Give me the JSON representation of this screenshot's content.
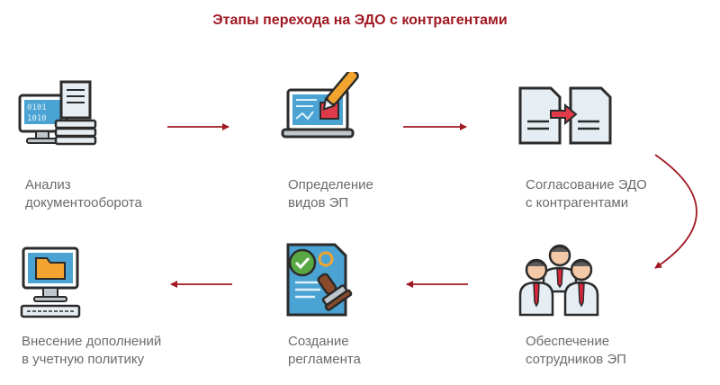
{
  "title": "Этапы перехода на ЭДО с контрагентами",
  "steps": [
    {
      "line1": "Анализ",
      "line2": "документооборота",
      "icon": "computer-documents-icon"
    },
    {
      "line1": "Определение",
      "line2": "видов ЭП",
      "icon": "laptop-pen-icon"
    },
    {
      "line1": "Согласование ЭДО",
      "line2": "с контрагентами",
      "icon": "document-exchange-icon"
    },
    {
      "line1": "Внесение дополнений",
      "line2": "в учетную политику",
      "icon": "computer-folder-icon"
    },
    {
      "line1": "Создание",
      "line2": "регламента",
      "icon": "stamp-document-icon"
    },
    {
      "line1": "Обеспечение",
      "line2": "сотрудников ЭП",
      "icon": "employees-group-icon"
    }
  ],
  "colors": {
    "accent": "#a01822",
    "outline": "#2b2b2b",
    "screen": "#4aa3d3",
    "paper": "#e6eef3",
    "check": "#5aa844",
    "folder": "#f2a42f",
    "marker": "#e03a4a",
    "tie": "#d9243a"
  }
}
